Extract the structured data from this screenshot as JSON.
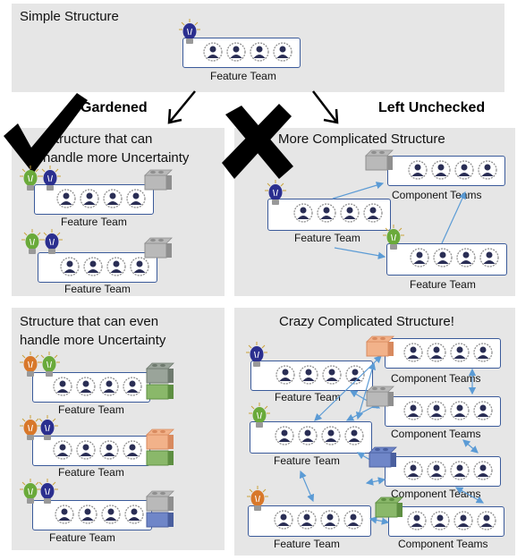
{
  "top": {
    "title": "Simple Structure",
    "team_label": "Feature Team"
  },
  "branches": {
    "left": "Gardened",
    "right": "Left Unchecked"
  },
  "p2": {
    "title_line1": "Structure that can",
    "title_line2": "handle more Uncertainty",
    "team1": "Feature Team",
    "team2": "Feature Team"
  },
  "p3": {
    "title": "More Complicated Structure",
    "comp_label": "Component Teams",
    "team1": "Feature Team",
    "team2": "Feature Team"
  },
  "p4": {
    "title_line1": "Structure that can even",
    "title_line2": "handle more Uncertainty",
    "team1": "Feature Team",
    "team2": "Feature Team",
    "team3": "Feature Team"
  },
  "p5": {
    "title": "Crazy Complicated Structure!",
    "comp1": "Component Teams",
    "comp2": "Component Teams",
    "comp3": "Component Teams",
    "comp4": "Component Teams",
    "team1": "Feature Team",
    "team2": "Feature Team",
    "team3": "Feature Team"
  },
  "colors": {
    "panel": "#e6e6e6",
    "team_border": "#3a5a9a",
    "bulb_blue": "#2b2f8f",
    "bulb_green": "#6aaa3a",
    "bulb_orange": "#d8782a",
    "arrow": "#5b9bd5"
  }
}
